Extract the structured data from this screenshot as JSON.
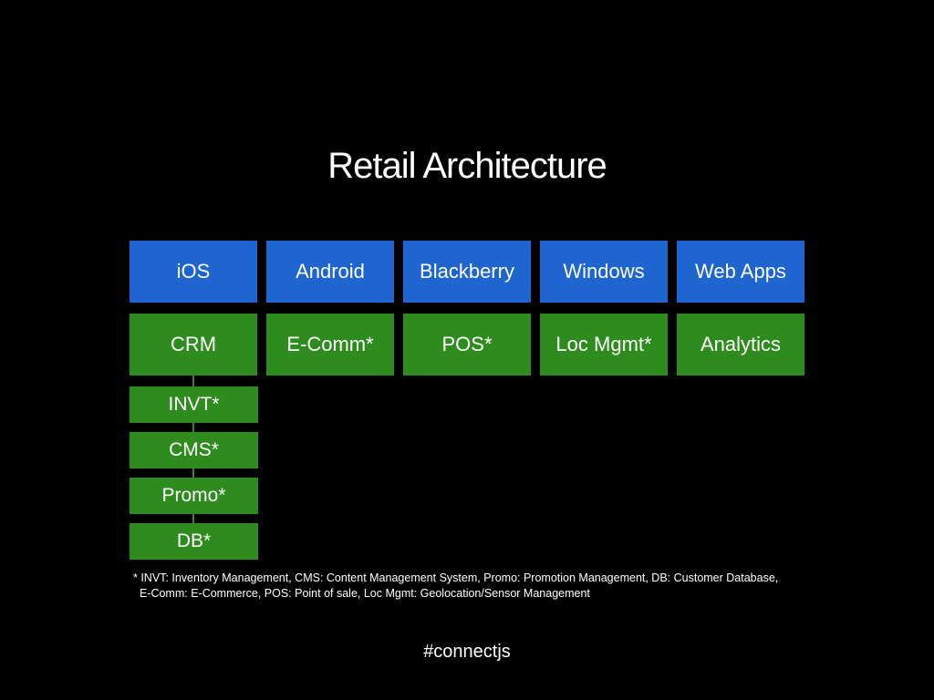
{
  "title": "Retail Architecture",
  "platforms": [
    "iOS",
    "Android",
    "Blackberry",
    "Windows",
    "Web Apps"
  ],
  "modules": [
    "CRM",
    "E-Comm*",
    "POS*",
    "Loc Mgmt*",
    "Analytics"
  ],
  "crm_stack": [
    "INVT*",
    "CMS*",
    "Promo*",
    "DB*"
  ],
  "footnote": {
    "line1": "* INVT: Inventory Management, CMS: Content Management System, Promo: Promotion Management, DB: Customer Database,",
    "line2": "  E-Comm: E-Commerce, POS: Point of sale, Loc Mgmt: Geolocation/Sensor Management"
  },
  "hashtag": "#connectjs",
  "colors": {
    "platform": "#1e65cf",
    "module": "#2e8b1e",
    "background": "#000000"
  }
}
